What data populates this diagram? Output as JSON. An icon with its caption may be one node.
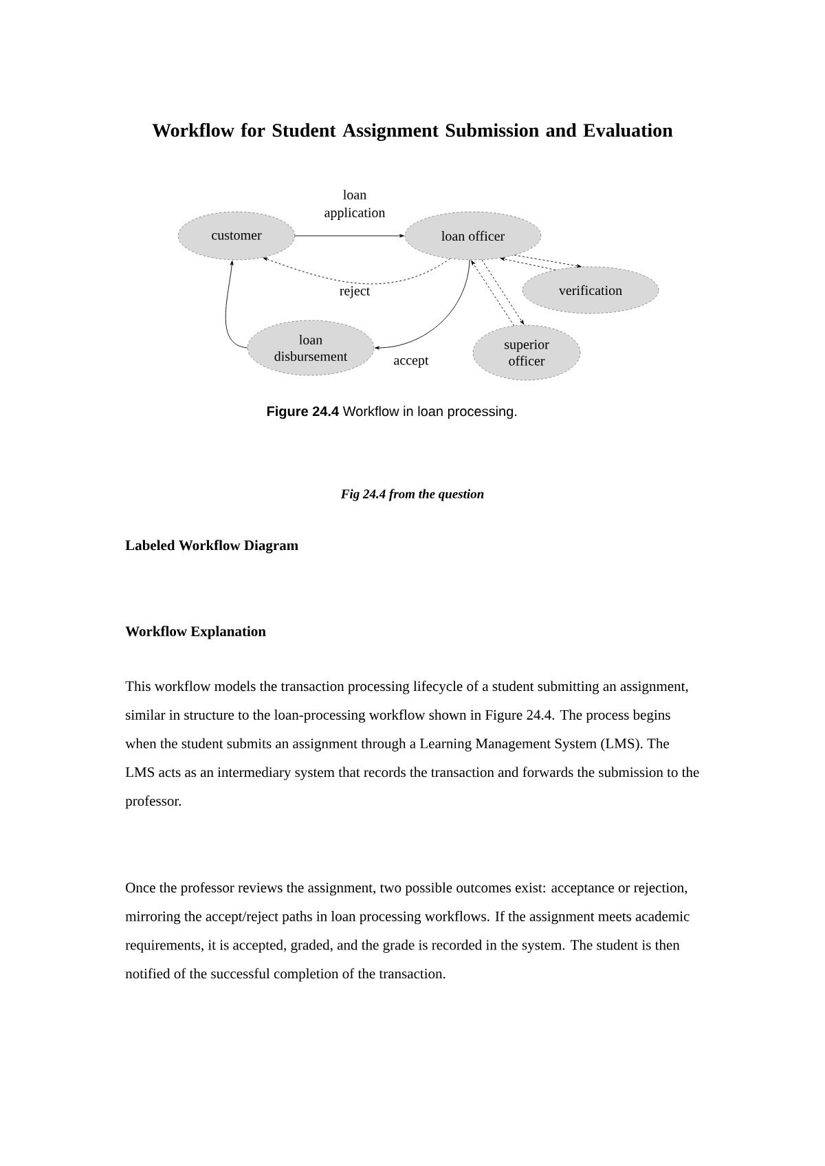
{
  "diagram": {
    "title": "Workflow for Student Assignment Submission and Evaluation",
    "caption": "**Figure 24.4** Workflow in loan processing.",
    "nodes": [
      {
        "text": [
          "customer"
        ]
      },
      {
        "text": [
          "loan officer"
        ]
      },
      {
        "text": [
          "verification"
        ]
      },
      {
        "text": [
          "loan disbursement"
        ]
      },
      {
        "text": [
          "superior officer"
        ]
      }
    ],
    "edges": [
      {
        "from": 0,
        "to": 1,
        "arrow": "to",
        "label": "loan application"
      },
      {
        "from": 1,
        "to": 0,
        "arrow": "to",
        "label": "reject",
        "style": "dashed"
      },
      {
        "from": 1,
        "to": 3,
        "arrow": "to",
        "label": "accept"
      },
      {
        "from": 3,
        "to": 0,
        "arrow": "to"
      },
      {
        "from": 1,
        "to": 2,
        "arrow": "to",
        "style": "dashed"
      },
      {
        "from": 2,
        "to": 1,
        "arrow": "to",
        "style": "dashed"
      },
      {
        "from": 1,
        "to": 4,
        "arrow": "to",
        "style": "dashed"
      },
      {
        "from": 4,
        "to": 1,
        "arrow": "to",
        "style": "dashed"
      }
    ],
    "labels": [
      "Fig 24.4 from the question",
      "Labeled Workflow Diagram",
      "Workflow Explanation",
      "This workflow models the transaction processing lifecycle of a student submitting an assignment, similar in structure to the loan-processing workflow shown in Figure 24.4. The process begins when the student submits an assignment through a Learning Management System (LMS). The LMS acts as an intermediary system that records the transaction and forwards the submission to the professor.",
      "Once the professor reviews the assignment, two possible outcomes exist: acceptance or rejection, mirroring the accept/reject paths in loan processing workflows. If the assignment meets academic requirements, it is accepted, graded, and the grade is recorded in the system. The student is then notified of the successful completion of the transaction."
    ]
  }
}
